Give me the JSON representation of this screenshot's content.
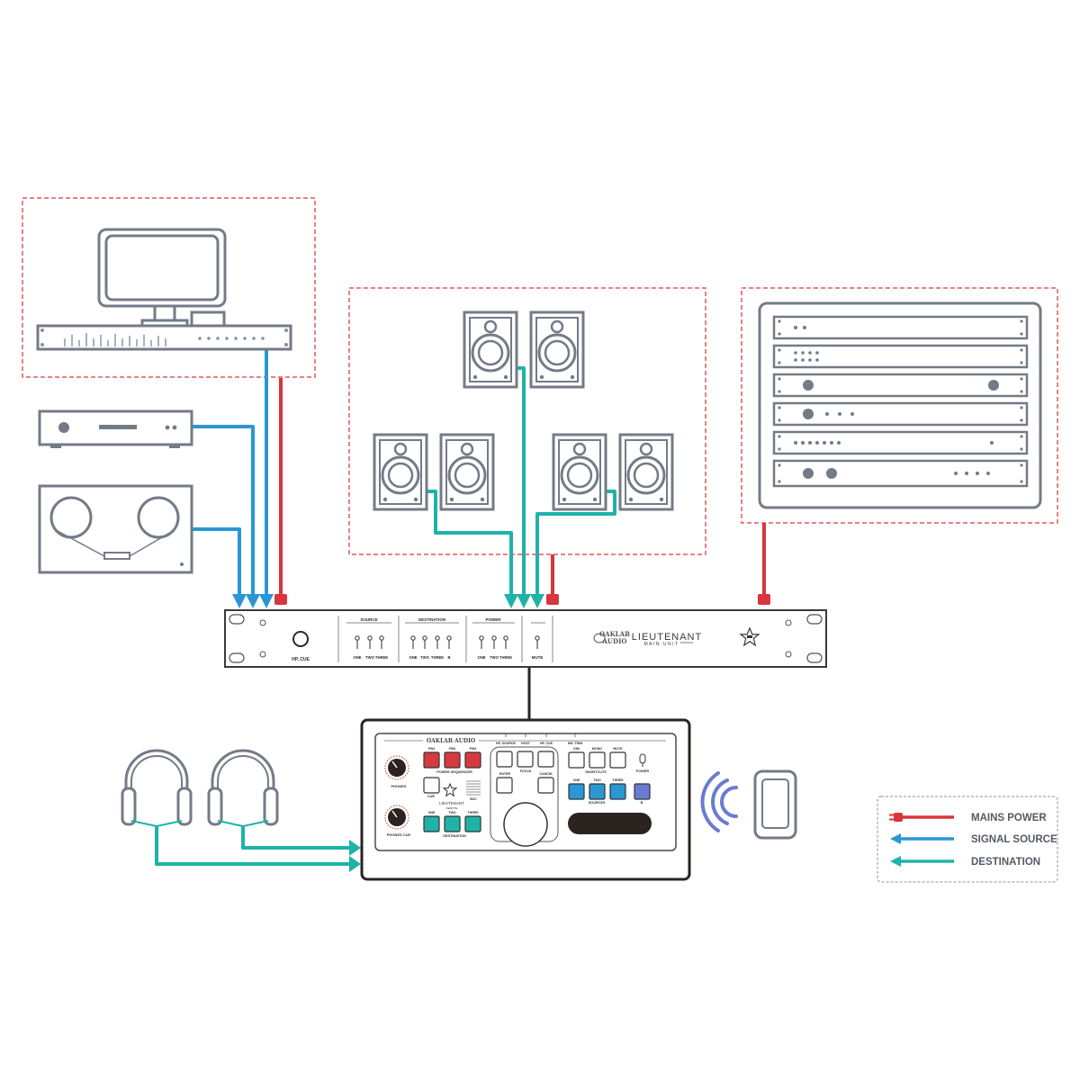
{
  "rack_unit": {
    "hp_knob_label": "HP, CUE",
    "source_title": "SOURCE",
    "destination_title": "DESTINATION",
    "power_title": "POWER",
    "mute_label": "MUTE",
    "source_switches": [
      "ONE",
      "TWO",
      "THREE"
    ],
    "destination_switches": [
      "ONE",
      "TWO",
      "THREE",
      "B"
    ],
    "power_switches": [
      "ONE",
      "TWO",
      "THREE"
    ],
    "brand_line1": "OAKLAB",
    "brand_line2": "AUDIO",
    "product_name": "LIEUTENANT",
    "product_sub": "MAIN UNIT"
  },
  "remote": {
    "brand": "OAKLAB AUDIO",
    "top_labels": [
      "HP, SOURCE",
      "HOST",
      "HP, CUE",
      "MIC TRIM"
    ],
    "pwr_buttons": [
      "PW1",
      "PW2",
      "PW3"
    ],
    "power_sequencer": "POWER SEQUENCER",
    "cue_label": "CUE",
    "b2c_label": "B2C",
    "product_name": "LIEUTENANT",
    "product_sub": "REMOTE",
    "phones_label": "PHONES",
    "phones_cue_label": "PHONES CUE",
    "dest_buttons": [
      "ONE",
      "TWO",
      "THREE"
    ],
    "destination_label": "DESTINATION",
    "enter_label": "ENTER",
    "focus_label": "FOCUS",
    "cancel_label": "CANCEL",
    "monitor_buttons": [
      "DIM",
      "MONO",
      "MUTE"
    ],
    "shortcuts_label": "SHORTCUTS",
    "power_label": "POWER",
    "source_buttons": [
      "ONE",
      "TWO",
      "THREE"
    ],
    "sources_label": "SOURCES",
    "b_label": "B"
  },
  "legend": {
    "items": [
      {
        "label": "MAINS POWER",
        "color": "#d8363c",
        "icon": "plug-icon"
      },
      {
        "label": "SIGNAL SOURCE",
        "color": "#2a97d4",
        "icon": "arrow-icon"
      },
      {
        "label": "DESTINATION",
        "color": "#1fb3a8",
        "icon": "arrow-icon"
      }
    ]
  },
  "colors": {
    "mains_power": "#d8363c",
    "signal_source": "#2a97d4",
    "destination": "#1fb3a8",
    "device_stroke": "#737b86",
    "group_border": "#e05a5a",
    "power_button": "#d73a3e",
    "source_button": "#2a97d4",
    "dest_button": "#1fb3a8",
    "b_button": "#6a7bd0",
    "wireless": "#6a7bd0",
    "cable": "#2a2320"
  }
}
